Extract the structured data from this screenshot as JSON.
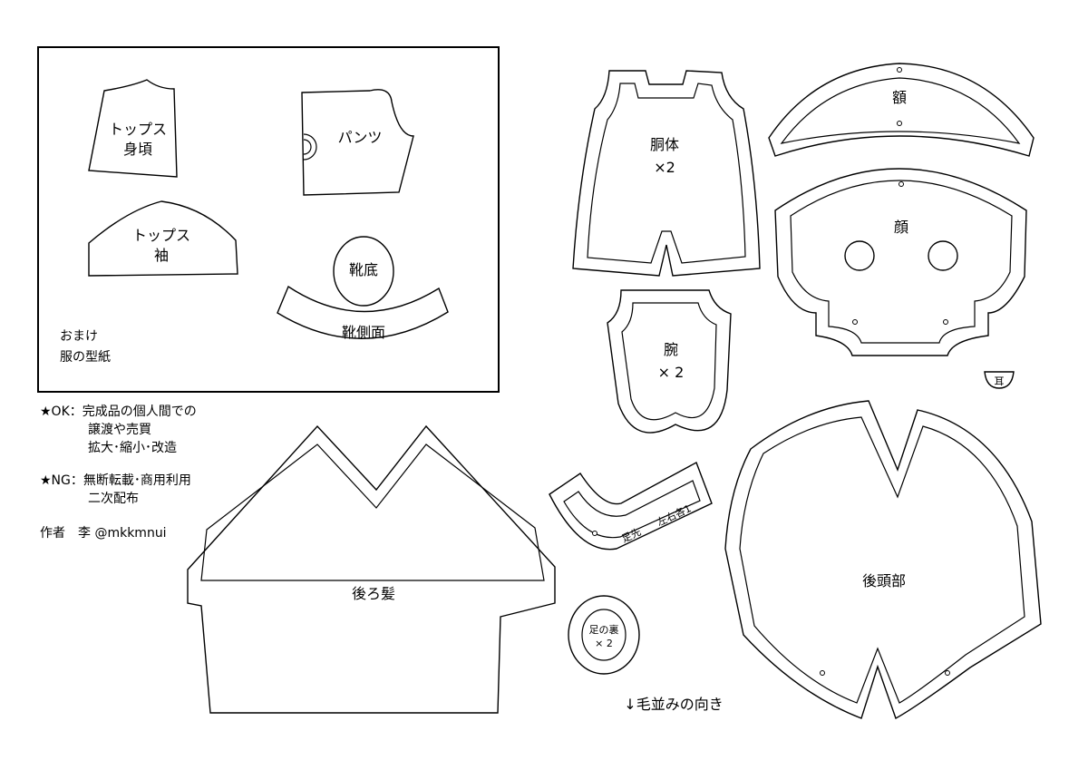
{
  "bonus_box": {
    "title_line1": "おまけ",
    "title_line2": "服の型紙",
    "tops_body": [
      "トップス",
      "身頃"
    ],
    "pants": "パンツ",
    "tops_sleeve": [
      "トップス",
      "袖"
    ],
    "shoe_sole": "靴底",
    "shoe_side": "靴側面"
  },
  "notes": {
    "ok_line1": "★OK：完成品の個人間での",
    "ok_line2": "譲渡や売買",
    "ok_line3": "拡大･縮小･改造",
    "ng_line1": "★NG：無断転載･商用利用",
    "ng_line2": "二次配布",
    "author": "作者　李 @mkkmnui"
  },
  "pieces": {
    "torso": [
      "胴体",
      "×2"
    ],
    "forehead": "額",
    "face": "顔",
    "arm": [
      "腕",
      "× 2"
    ],
    "ear": "耳",
    "back_hair": "後ろ髪",
    "back_head": "後頭部",
    "foot_tip": "足先",
    "foot_each": "左右各1",
    "sole": [
      "足の裏",
      "× 2"
    ]
  },
  "fur_direction": "↓毛並みの向き"
}
